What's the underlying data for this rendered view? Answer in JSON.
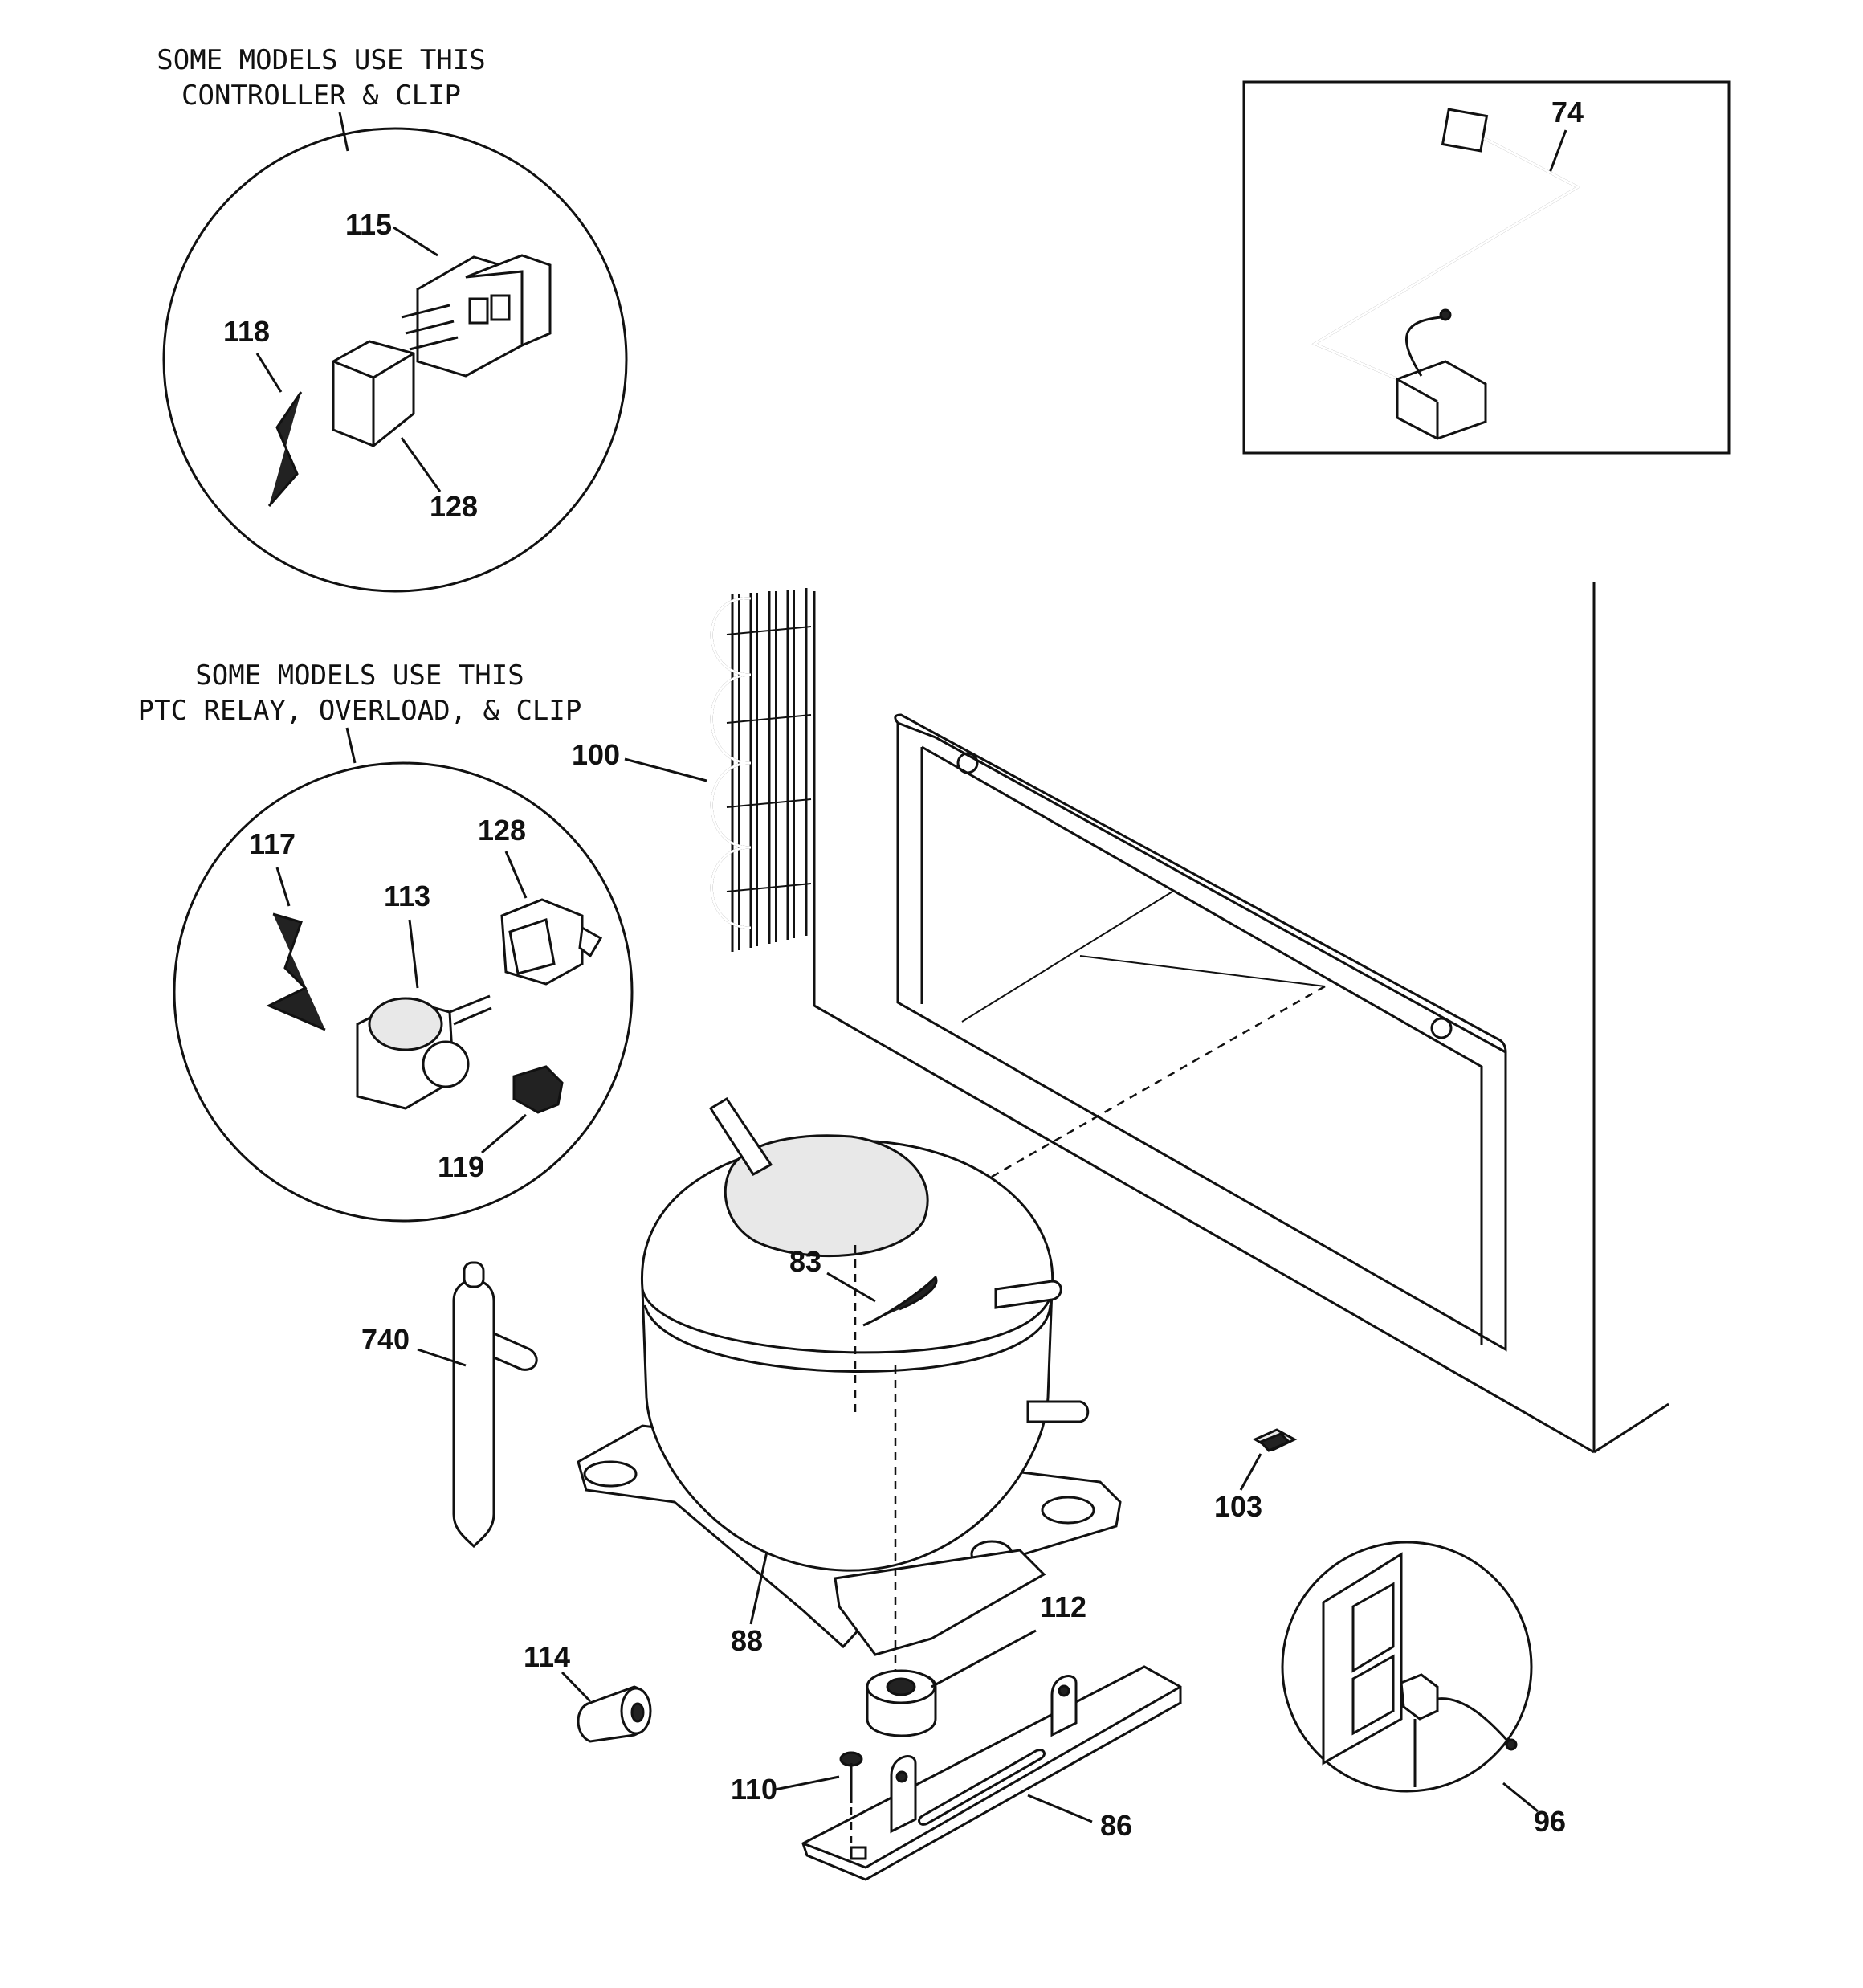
{
  "captions": {
    "controller_line1": "SOME MODELS USE THIS",
    "controller_line2": "CONTROLLER & CLIP",
    "ptc_line1": "SOME MODELS USE THIS",
    "ptc_line2": "PTC RELAY, OVERLOAD, & CLIP"
  },
  "parts": {
    "p74": "74",
    "p115": "115",
    "p118": "118",
    "p128a": "128",
    "p100": "100",
    "p117": "117",
    "p128b": "128",
    "p113": "113",
    "p119": "119",
    "p83": "83",
    "p740": "740",
    "p103": "103",
    "p88": "88",
    "p112": "112",
    "p114": "114",
    "p110": "110",
    "p86": "86",
    "p96": "96"
  }
}
